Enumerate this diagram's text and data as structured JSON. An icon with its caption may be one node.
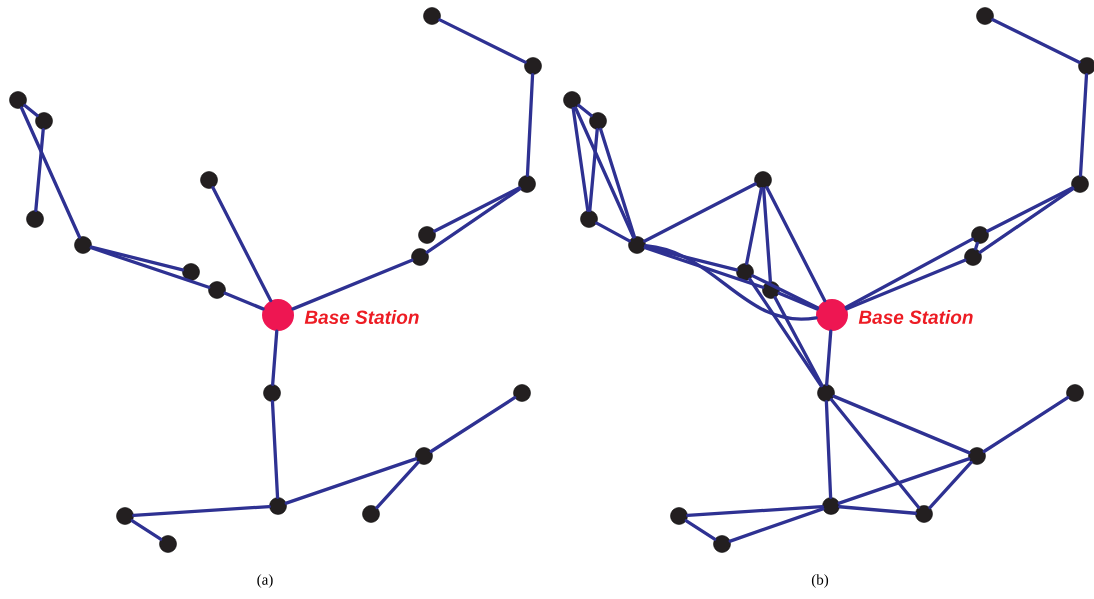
{
  "diagram": {
    "nodes": [
      {
        "text": [],
        "shape": "circle",
        "beside": [
          "Base Station"
        ]
      },
      {
        "text": [],
        "shape": "circle"
      },
      {
        "text": [],
        "shape": "circle"
      },
      {
        "text": [],
        "shape": "circle"
      },
      {
        "text": [],
        "shape": "circle"
      },
      {
        "text": [],
        "shape": "circle"
      },
      {
        "text": [],
        "shape": "circle"
      },
      {
        "text": [],
        "shape": "circle"
      },
      {
        "text": [],
        "shape": "circle"
      },
      {
        "text": [],
        "shape": "circle"
      },
      {
        "text": [],
        "shape": "circle"
      },
      {
        "text": [],
        "shape": "circle"
      },
      {
        "text": [],
        "shape": "circle"
      },
      {
        "text": [],
        "shape": "circle"
      },
      {
        "text": [],
        "shape": "circle"
      },
      {
        "text": [],
        "shape": "circle"
      },
      {
        "text": [],
        "shape": "circle"
      },
      {
        "text": [],
        "shape": "circle"
      },
      {
        "text": [],
        "shape": "circle"
      },
      {
        "text": [],
        "shape": "circle"
      },
      {
        "text": [],
        "shape": "circle",
        "beside": [
          "Base Station"
        ]
      },
      {
        "text": [],
        "shape": "circle"
      },
      {
        "text": [],
        "shape": "circle"
      },
      {
        "text": [],
        "shape": "circle"
      },
      {
        "text": [],
        "shape": "circle"
      },
      {
        "text": [],
        "shape": "circle"
      },
      {
        "text": [],
        "shape": "circle"
      },
      {
        "text": [],
        "shape": "circle"
      },
      {
        "text": [],
        "shape": "circle"
      },
      {
        "text": [],
        "shape": "circle"
      },
      {
        "text": [],
        "shape": "circle"
      },
      {
        "text": [],
        "shape": "circle"
      },
      {
        "text": [],
        "shape": "circle"
      },
      {
        "text": [],
        "shape": "circle"
      },
      {
        "text": [],
        "shape": "circle"
      },
      {
        "text": [],
        "shape": "circle"
      },
      {
        "text": [],
        "shape": "circle"
      },
      {
        "text": [],
        "shape": "circle"
      },
      {
        "text": [],
        "shape": "circle"
      },
      {
        "text": [],
        "shape": "circle"
      }
    ],
    "edges": [
      {
        "from": 1,
        "to": 2,
        "arrow": "none"
      },
      {
        "from": 2,
        "to": 3,
        "arrow": "none"
      },
      {
        "from": 3,
        "to": 4,
        "arrow": "none"
      },
      {
        "from": 3,
        "to": 5,
        "arrow": "none"
      },
      {
        "from": 5,
        "to": 0,
        "arrow": "none"
      },
      {
        "from": 6,
        "to": 7,
        "arrow": "none"
      },
      {
        "from": 7,
        "to": 8,
        "arrow": "none"
      },
      {
        "from": 6,
        "to": 9,
        "arrow": "none"
      },
      {
        "from": 9,
        "to": 10,
        "arrow": "none"
      },
      {
        "from": 9,
        "to": 11,
        "arrow": "none"
      },
      {
        "from": 11,
        "to": 0,
        "arrow": "none"
      },
      {
        "from": 12,
        "to": 0,
        "arrow": "none"
      },
      {
        "from": 0,
        "to": 13,
        "arrow": "none"
      },
      {
        "from": 13,
        "to": 14,
        "arrow": "none"
      },
      {
        "from": 14,
        "to": 15,
        "arrow": "none"
      },
      {
        "from": 15,
        "to": 16,
        "arrow": "none"
      },
      {
        "from": 15,
        "to": 17,
        "arrow": "none"
      },
      {
        "from": 14,
        "to": 18,
        "arrow": "none"
      },
      {
        "from": 18,
        "to": 19,
        "arrow": "none"
      },
      {
        "from": 21,
        "to": 22,
        "arrow": "none"
      },
      {
        "from": 22,
        "to": 23,
        "arrow": "none"
      },
      {
        "from": 23,
        "to": 24,
        "arrow": "none"
      },
      {
        "from": 23,
        "to": 25,
        "arrow": "none"
      },
      {
        "from": 24,
        "to": 25,
        "arrow": "none"
      },
      {
        "from": 24,
        "to": 20,
        "arrow": "none"
      },
      {
        "from": 25,
        "to": 20,
        "arrow": "none"
      },
      {
        "from": 26,
        "to": 27,
        "arrow": "none"
      },
      {
        "from": 26,
        "to": 28,
        "arrow": "none"
      },
      {
        "from": 27,
        "to": 28,
        "arrow": "none"
      },
      {
        "from": 26,
        "to": 29,
        "arrow": "none"
      },
      {
        "from": 27,
        "to": 29,
        "arrow": "none"
      },
      {
        "from": 28,
        "to": 29,
        "arrow": "none"
      },
      {
        "from": 29,
        "to": 32,
        "arrow": "none"
      },
      {
        "from": 29,
        "to": 30,
        "arrow": "none"
      },
      {
        "from": 29,
        "to": 31,
        "arrow": "none"
      },
      {
        "from": 29,
        "to": 20,
        "arrow": "none"
      },
      {
        "from": 32,
        "to": 30,
        "arrow": "none"
      },
      {
        "from": 32,
        "to": 31,
        "arrow": "none"
      },
      {
        "from": 32,
        "to": 20,
        "arrow": "none"
      },
      {
        "from": 30,
        "to": 20,
        "arrow": "none"
      },
      {
        "from": 31,
        "to": 20,
        "arrow": "none"
      },
      {
        "from": 30,
        "to": 33,
        "arrow": "none"
      },
      {
        "from": 31,
        "to": 33,
        "arrow": "none"
      },
      {
        "from": 20,
        "to": 33,
        "arrow": "none"
      },
      {
        "from": 33,
        "to": 34,
        "arrow": "none"
      },
      {
        "from": 33,
        "to": 37,
        "arrow": "none"
      },
      {
        "from": 33,
        "to": 35,
        "arrow": "none"
      },
      {
        "from": 34,
        "to": 35,
        "arrow": "none"
      },
      {
        "from": 34,
        "to": 37,
        "arrow": "none"
      },
      {
        "from": 35,
        "to": 37,
        "arrow": "none"
      },
      {
        "from": 35,
        "to": 36,
        "arrow": "none"
      },
      {
        "from": 34,
        "to": 38,
        "arrow": "none"
      },
      {
        "from": 34,
        "to": 39,
        "arrow": "none"
      },
      {
        "from": 38,
        "to": 39,
        "arrow": "none"
      }
    ],
    "labels": [
      "(a)",
      "(b)"
    ]
  }
}
